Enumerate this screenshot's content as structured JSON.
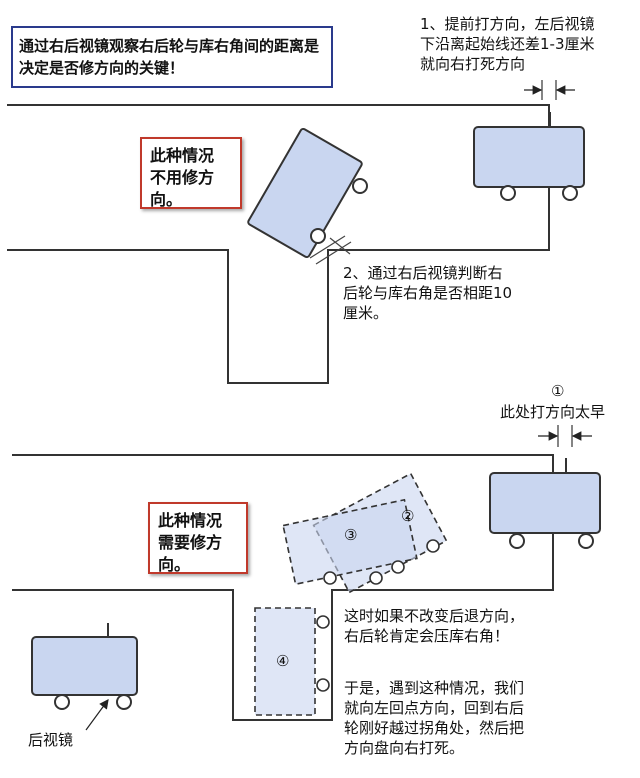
{
  "top_note": "通过右后视镜观察右后轮与库右角间的距离是决定是否修方向的关键！",
  "step1": "1、提前打方向，左后视镜\n下沿离起始线还差1-3厘米\n就向右打死方向",
  "box_top": "此种情况\n不用修方\n向。",
  "step2": "2、通过右后视镜判断右\n后轮与库右角是否相距10\n厘米。",
  "marker_1": "①",
  "early_note": "此处打方向太早",
  "box_bottom": "此种情况\n需要修方\n向。",
  "marker_2": "②",
  "marker_3": "③",
  "marker_4": "④",
  "note_press": "这时如果不改变后退方向，\n右后轮肯定会压库右角！",
  "note_fix": "于是，遇到这种情况，我们\n就向左回点方向，回到右后\n轮刚好越过拐角处，然后把\n方向盘向右打死。",
  "mirror_label": "后视镜"
}
